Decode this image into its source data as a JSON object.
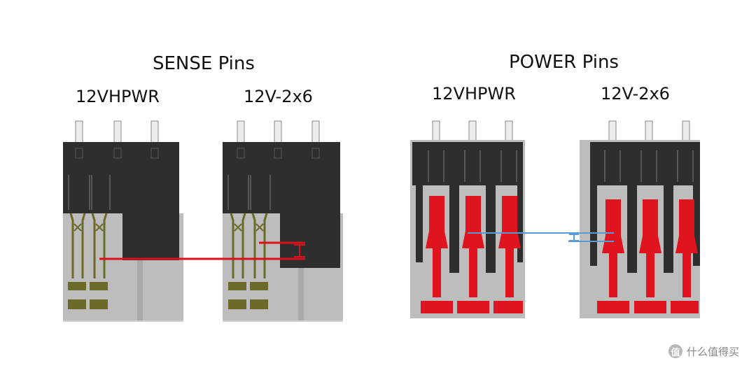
{
  "sense": {
    "title": "SENSE Pins",
    "left_label": "12VHPWR",
    "right_label": "12V-2x6"
  },
  "power": {
    "title": "POWER Pins",
    "left_label": "12VHPWR",
    "right_label": "12V-2x6"
  },
  "watermark": {
    "text": "什么值得买",
    "logo_glyph": "值"
  },
  "colors": {
    "housing": "#2e2e2e",
    "body_gray": "#bdbdbd",
    "contact_olive": "#6b6a28",
    "power_contact": "#e0141e",
    "sense_measure_line": "#d8131b",
    "power_measure_line": "#5b9bd5"
  }
}
